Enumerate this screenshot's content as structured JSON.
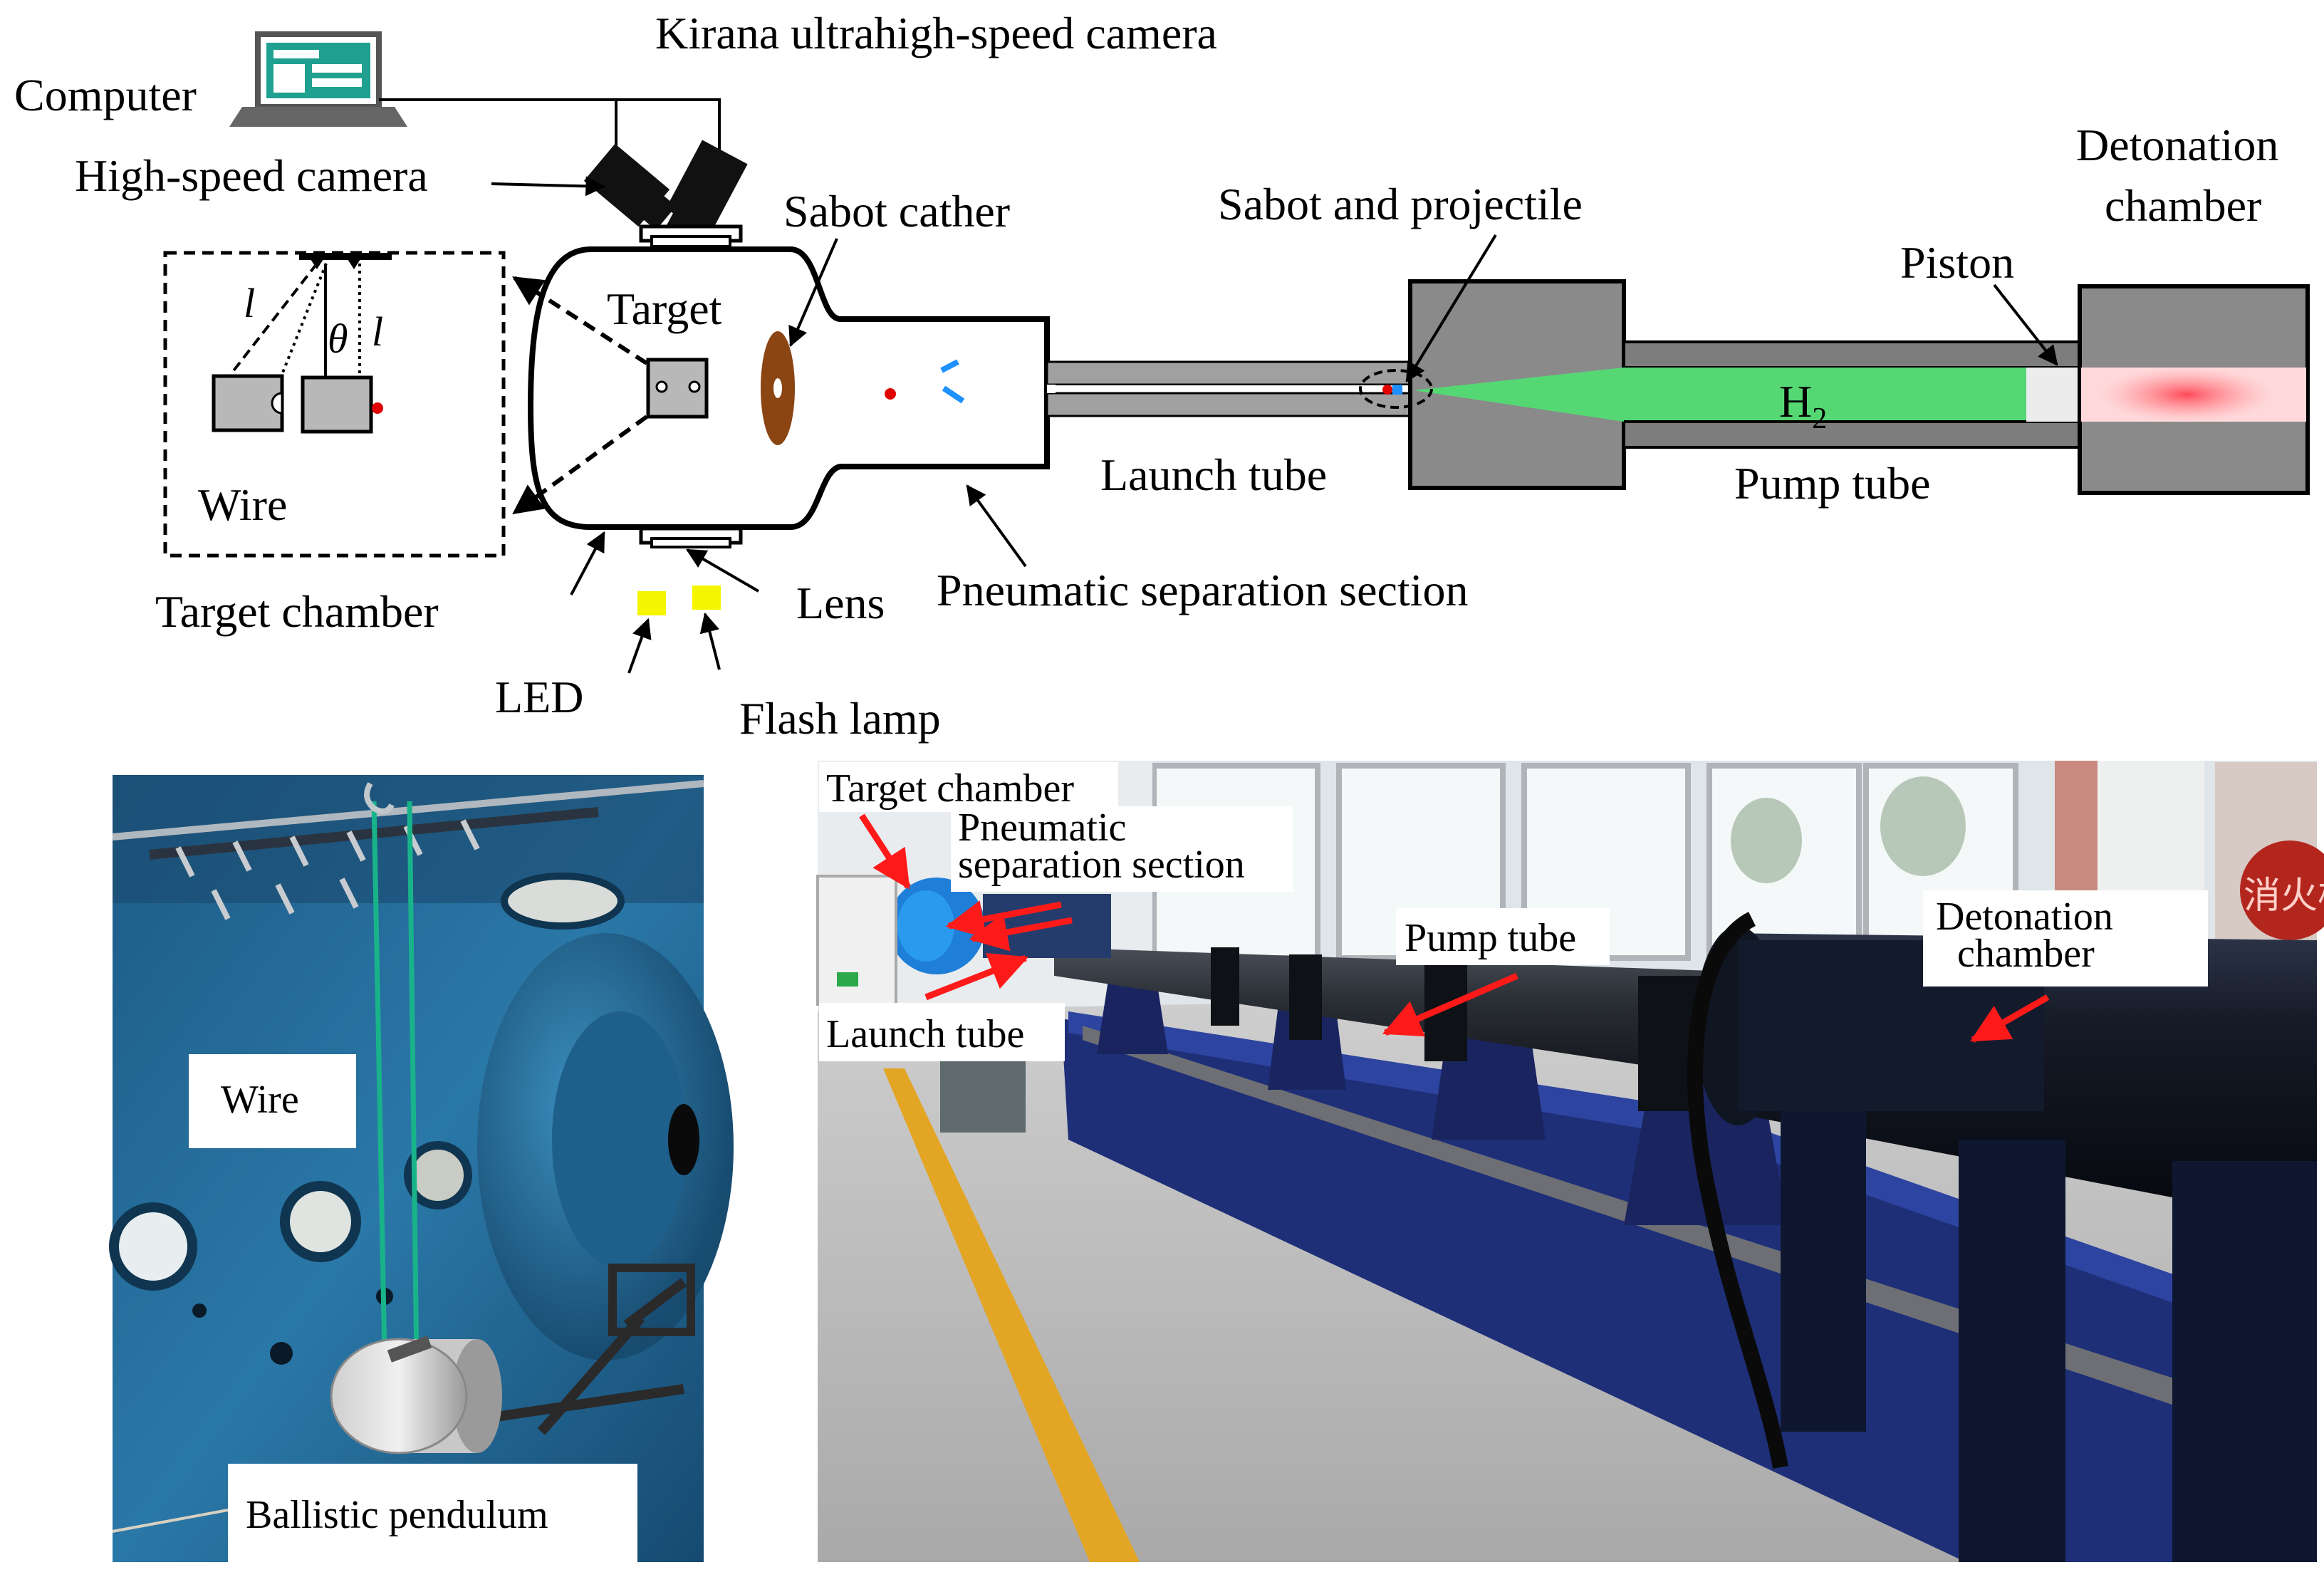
{
  "schematic": {
    "labels": {
      "kirana": "Kirana ultrahigh-speed camera",
      "computer": "Computer",
      "high_speed_camera": "High-speed camera",
      "sabot_catcher": "Sabot cather",
      "sabot_projectile": "Sabot and projectile",
      "detonation_line1": "Detonation",
      "detonation_line2": "chamber",
      "piston": "Piston",
      "target": "Target",
      "wire": "Wire",
      "target_chamber": "Target chamber",
      "launch_tube": "Launch tube",
      "pump_tube": "Pump tube",
      "h2": "H",
      "h2_sub": "2",
      "lens": "Lens",
      "pneumatic": "Pneumatic separation section",
      "led": "LED",
      "flash_lamp": "Flash lamp",
      "l_left": "l",
      "l_right": "l",
      "theta": "θ"
    },
    "colors": {
      "gas": "#55d874",
      "sabot_catcher": "#8b4513",
      "led": "#f5f500",
      "projectile": "#e00000",
      "sabot_pieces": "#1e90ff",
      "detonation_glow": "#ff3040",
      "chamber_gray": "#7f7f7f"
    }
  },
  "photo_left": {
    "labels": {
      "wire": "Wire",
      "ballistic_pendulum": "Ballistic pendulum"
    }
  },
  "photo_right": {
    "labels": {
      "target_chamber": "Target chamber",
      "pneumatic_line1": "Pneumatic",
      "pneumatic_line2": "separation section",
      "pump_tube": "Pump tube",
      "detonation_line1": "Detonation",
      "detonation_line2": "chamber",
      "launch_tube": "Launch tube"
    },
    "sign_text": "消火栓"
  }
}
